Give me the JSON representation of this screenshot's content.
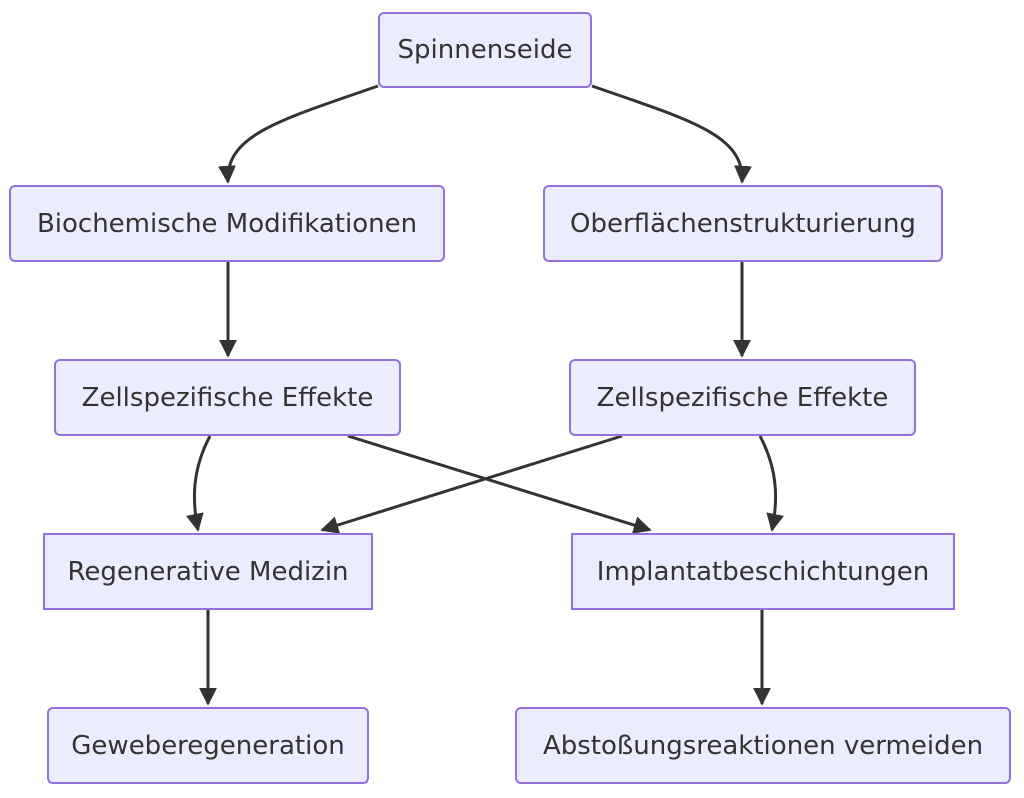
{
  "diagram": {
    "nodes": {
      "root": "Spinnenseide",
      "biochem": "Biochemische Modifikationen",
      "surface": "Oberflächenstrukturierung",
      "cell_left": "Zellspezifische Effekte",
      "cell_right": "Zellspezifische Effekte",
      "regen": "Regenerative Medizin",
      "implant": "Implantatbeschichtungen",
      "tissue": "Geweberegeneration",
      "rejection": "Abstoßungsreaktionen vermeiden"
    },
    "edges": [
      [
        "root",
        "biochem"
      ],
      [
        "root",
        "surface"
      ],
      [
        "biochem",
        "cell_left"
      ],
      [
        "surface",
        "cell_right"
      ],
      [
        "cell_left",
        "regen"
      ],
      [
        "cell_left",
        "implant"
      ],
      [
        "cell_right",
        "regen"
      ],
      [
        "cell_right",
        "implant"
      ],
      [
        "regen",
        "tissue"
      ],
      [
        "implant",
        "rejection"
      ]
    ],
    "colors": {
      "node_fill": "#ECECFF",
      "node_border": "#9370DB",
      "edge": "#333333",
      "text": "#333333"
    }
  }
}
